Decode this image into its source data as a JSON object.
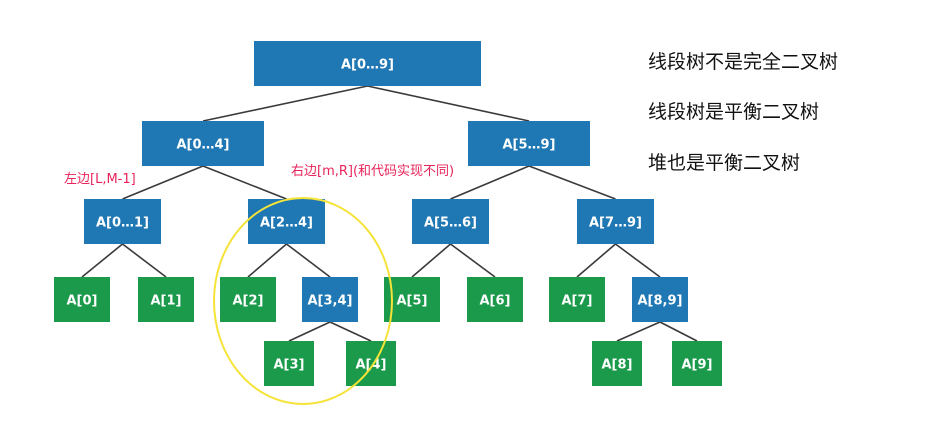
{
  "nodes": [
    {
      "id": "root",
      "label": "A[0…9]",
      "color": "blue"
    },
    {
      "id": "n04",
      "label": "A[0…4]",
      "color": "blue"
    },
    {
      "id": "n59",
      "label": "A[5…9]",
      "color": "blue"
    },
    {
      "id": "n01",
      "label": "A[0…1]",
      "color": "blue"
    },
    {
      "id": "n24",
      "label": "A[2…4]",
      "color": "blue"
    },
    {
      "id": "n56",
      "label": "A[5…6]",
      "color": "blue"
    },
    {
      "id": "n79",
      "label": "A[7…9]",
      "color": "blue"
    },
    {
      "id": "a0",
      "label": "A[0]",
      "color": "green"
    },
    {
      "id": "a1",
      "label": "A[1]",
      "color": "green"
    },
    {
      "id": "a2",
      "label": "A[2]",
      "color": "green"
    },
    {
      "id": "n34",
      "label": "A[3,4]",
      "color": "blue"
    },
    {
      "id": "a5",
      "label": "A[5]",
      "color": "green"
    },
    {
      "id": "a6",
      "label": "A[6]",
      "color": "green"
    },
    {
      "id": "a7",
      "label": "A[7]",
      "color": "green"
    },
    {
      "id": "n89",
      "label": "A[8,9]",
      "color": "blue"
    },
    {
      "id": "a3",
      "label": "A[3]",
      "color": "green"
    },
    {
      "id": "a4",
      "label": "A[4]",
      "color": "green"
    },
    {
      "id": "a8",
      "label": "A[8]",
      "color": "green"
    },
    {
      "id": "a9",
      "label": "A[9]",
      "color": "green"
    }
  ],
  "edges": [
    [
      "root",
      "n04"
    ],
    [
      "root",
      "n59"
    ],
    [
      "n04",
      "n01"
    ],
    [
      "n04",
      "n24"
    ],
    [
      "n59",
      "n56"
    ],
    [
      "n59",
      "n79"
    ],
    [
      "n01",
      "a0"
    ],
    [
      "n01",
      "a1"
    ],
    [
      "n24",
      "a2"
    ],
    [
      "n24",
      "n34"
    ],
    [
      "n56",
      "a5"
    ],
    [
      "n56",
      "a6"
    ],
    [
      "n79",
      "a7"
    ],
    [
      "n79",
      "n89"
    ],
    [
      "n34",
      "a3"
    ],
    [
      "n34",
      "a4"
    ],
    [
      "n89",
      "a8"
    ],
    [
      "n89",
      "a9"
    ]
  ],
  "annotations": {
    "left_label": "左边[L,M-1]",
    "right_label": "右边[m,R](和代码实现不同)"
  },
  "notes": [
    "线段树不是完全二叉树",
    "线段树是平衡二叉树",
    "堆也是平衡二叉树"
  ],
  "colors": {
    "blue": "#1f78b4",
    "green": "#1a9a4a",
    "highlight": "#f5e33a",
    "annotation": "#e8245a"
  }
}
